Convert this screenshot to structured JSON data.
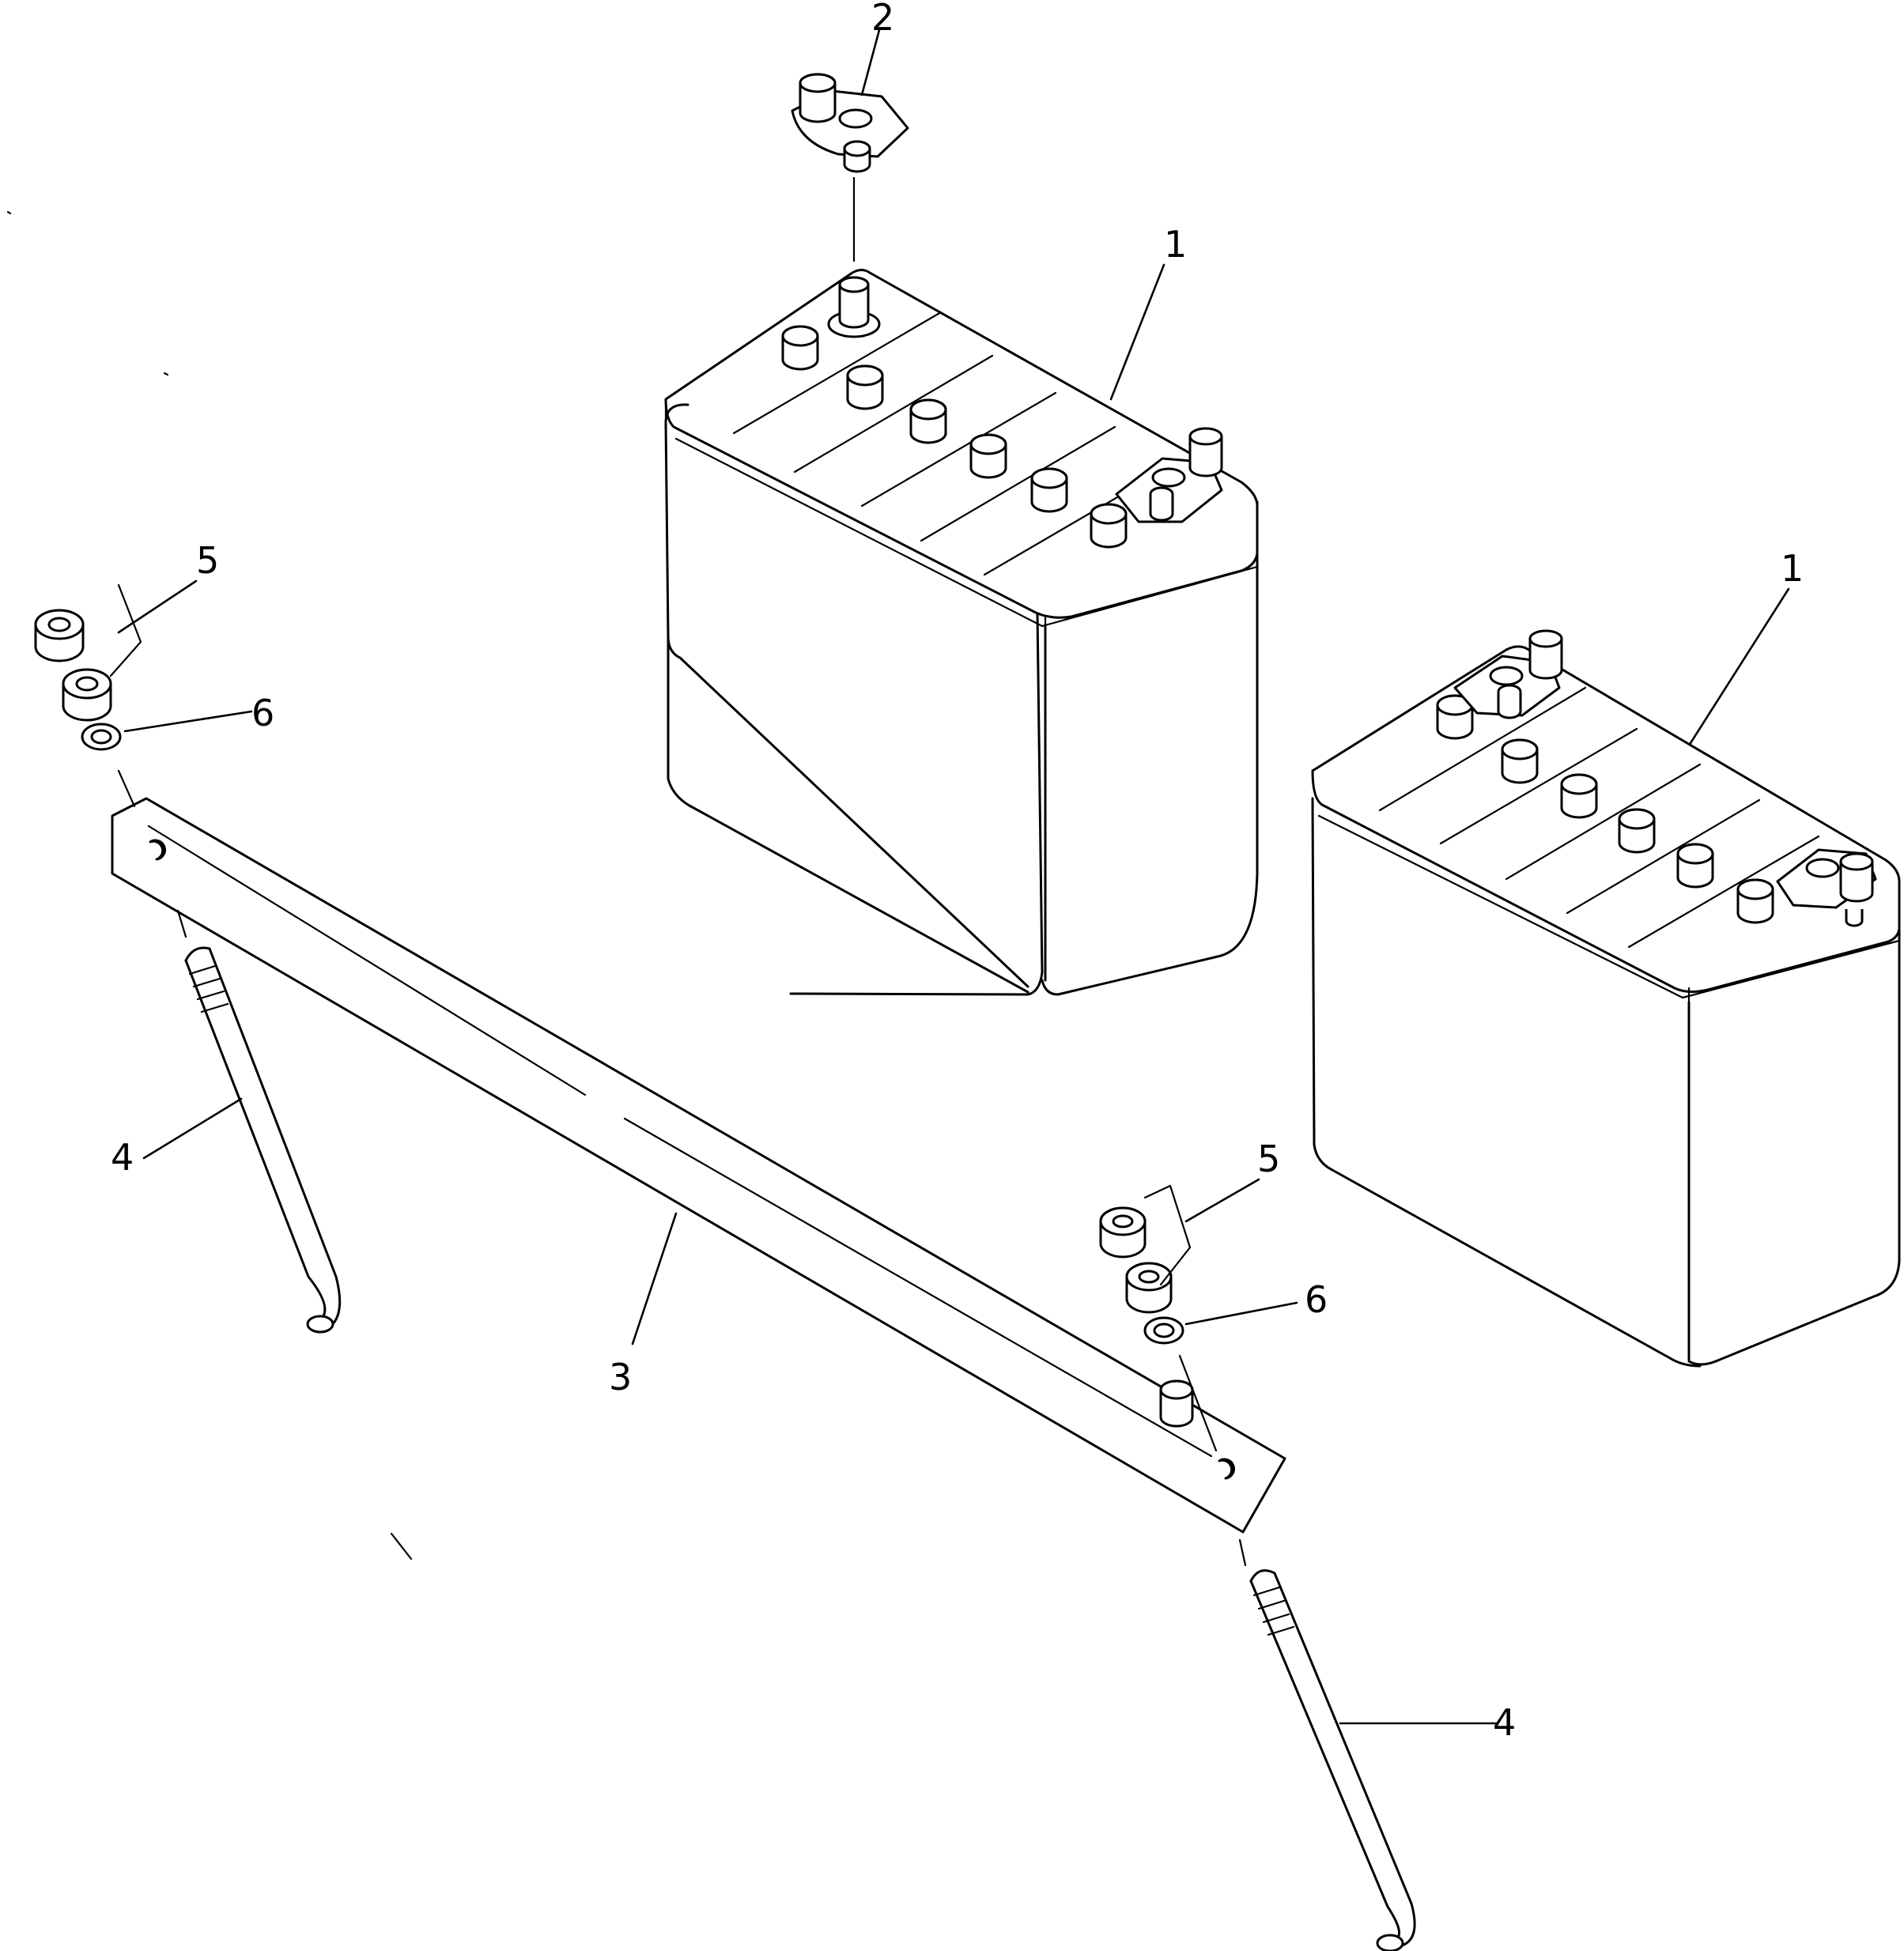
{
  "callouts": {
    "battery_top": "1",
    "battery_right": "1",
    "terminal_clamp": "2",
    "hold_down_bar": "3",
    "rod_left": "4",
    "rod_right": "4",
    "nut_left": "5",
    "nut_right": "5",
    "washer_left": "6",
    "washer_right": "6"
  }
}
